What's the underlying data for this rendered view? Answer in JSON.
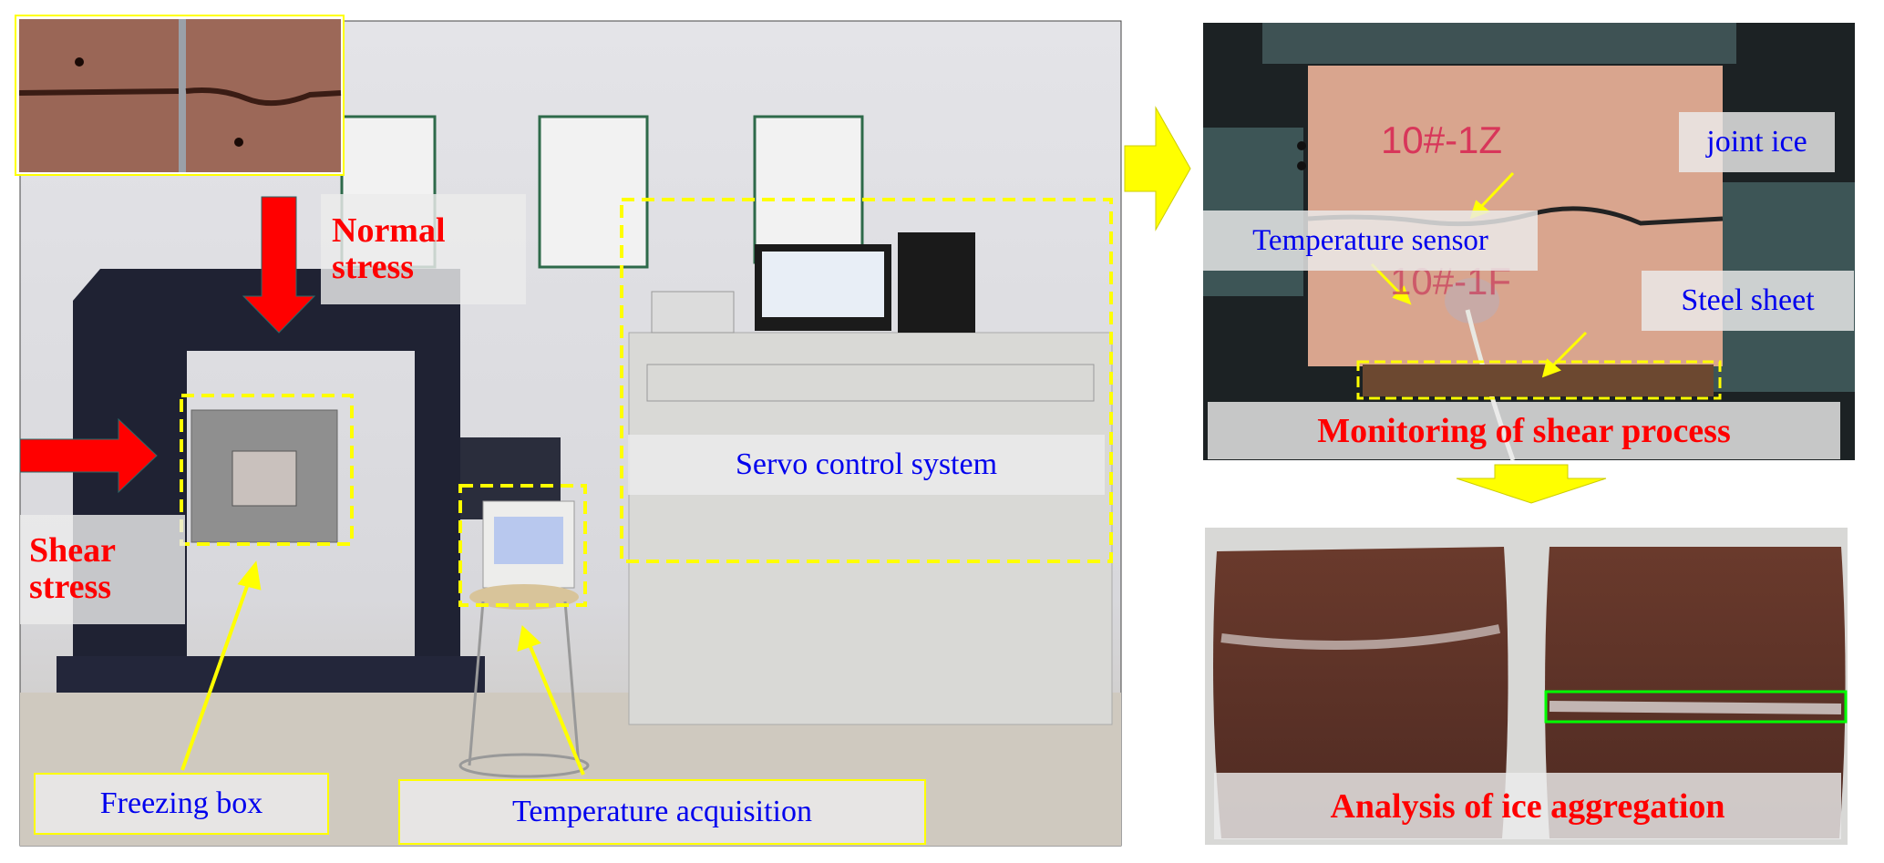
{
  "main_photo": {
    "labels": {
      "normal_stress": "Normal stress",
      "shear_stress": "Shear stress",
      "freezing_box": "Freezing box",
      "temperature_acquisition": "Temperature acquisition",
      "servo_control_system": "Servo control system"
    }
  },
  "shear_photo": {
    "labels": {
      "joint_ice": "joint ice",
      "temperature_sensor": "Temperature sensor",
      "steel_sheet": "Steel sheet",
      "title": "Monitoring of shear process"
    },
    "specimen_marks": {
      "upper": "10#-1Z",
      "lower": "10#-1F"
    }
  },
  "ice_photo": {
    "labels": {
      "title": "Analysis of ice aggregation"
    }
  },
  "colors": {
    "label_blue": "#0000ee",
    "label_red": "#ff0000",
    "arrow_yellow": "#ffff00",
    "highlight_green": "#00ff00"
  }
}
